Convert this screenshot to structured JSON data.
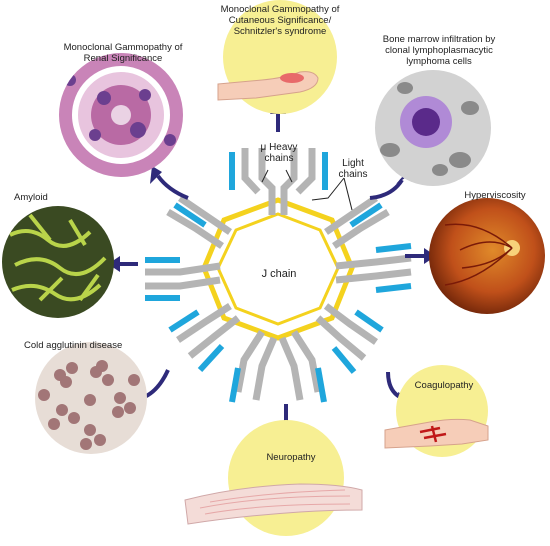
{
  "center": {
    "j_chain": "J chain",
    "heavy_chains": "μ Heavy chains",
    "light_chains": "Light chains"
  },
  "conditions": [
    {
      "key": "renal",
      "label": "Monoclonal Gammopathy of Renal Significance"
    },
    {
      "key": "cutaneous",
      "label": "Monoclonal Gammopathy of Cutaneous Significance/ Schnitzler's syndrome"
    },
    {
      "key": "marrow",
      "label": "Bone marrow infiltration by clonal lymphoplasmacytic lymphoma cells"
    },
    {
      "key": "amyloid",
      "label": "Amyloid"
    },
    {
      "key": "hyperviscosity",
      "label": "Hyperviscosity"
    },
    {
      "key": "cold",
      "label": "Cold agglutinin disease"
    },
    {
      "key": "coagulopathy",
      "label": "Coagulopathy"
    },
    {
      "key": "neuropathy",
      "label": "Neuropathy"
    }
  ],
  "colors": {
    "heavy_chain": "#b4b4b4",
    "light_chain": "#1fa6dc",
    "j_chain_ring": "#f4d21e",
    "arrow": "#2e2a7a",
    "yellow_bg": "#f7ef93",
    "renal_bg": "#c984b8",
    "marrow_bg": "#d2d2d2",
    "amyloid_bg": "#3a4a22",
    "retina_bg": "#c85a14",
    "cold_bg": "#e7ddd6"
  }
}
